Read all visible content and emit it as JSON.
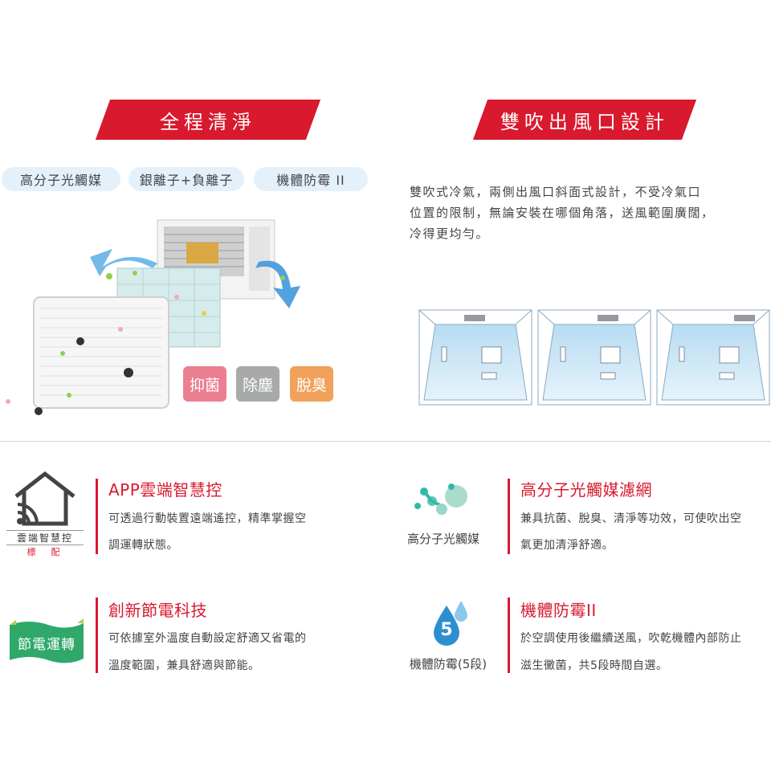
{
  "left_section": {
    "banner": "全程清淨",
    "pills": [
      "高分子光觸媒",
      "銀離子+負離子",
      "機體防霉 II"
    ],
    "tags": [
      {
        "label": "抑菌",
        "color": "#ec7e92"
      },
      {
        "label": "除塵",
        "color": "#a7a9ab"
      },
      {
        "label": "脫臭",
        "color": "#f1a15a"
      }
    ]
  },
  "right_section": {
    "banner": "雙吹出風口設計",
    "description_lines": [
      "雙吹式冷氣，兩側出風口斜面式設計，不受冷氣口",
      "位置的限制，無論安裝在哪個角落，送風範圍廣闊，",
      "冷得更均勻。"
    ]
  },
  "features": [
    {
      "icon": "smart-home-wifi-icon",
      "icon_label_line1": "雲端智慧控",
      "icon_label_line2": "標　配",
      "title": "APP雲端智慧控",
      "lines": [
        "可透過行動裝置遠端遙控，精準掌握空",
        "調運轉狀態。"
      ]
    },
    {
      "icon": "photocatalyst-icon",
      "icon_caption": "高分子光觸媒",
      "title": "高分子光觸媒濾網",
      "lines": [
        "兼具抗菌、脫臭、清淨等功效，可使吹出空",
        "氣更加清淨舒適。"
      ]
    },
    {
      "icon": "energy-flag-icon",
      "icon_caption": "節電運轉",
      "title": "創新節電科技",
      "lines": [
        "可依據室外溫度自動設定舒適又省電的",
        "溫度範圍，兼具舒適與節能。"
      ]
    },
    {
      "icon": "water-drop-icon",
      "icon_number": "5",
      "icon_caption": "機體防霉(5段)",
      "title": "機體防霉II",
      "lines": [
        "於空調使用後繼續送風，吹乾機體內部防止",
        "滋生黴菌，共5段時間自選。"
      ]
    }
  ],
  "colors": {
    "accent_red": "#d8192e",
    "pill_blue": "#e4f1fb",
    "energy_green": "#2fa86a",
    "drop_blue": "#2e8fd0"
  }
}
